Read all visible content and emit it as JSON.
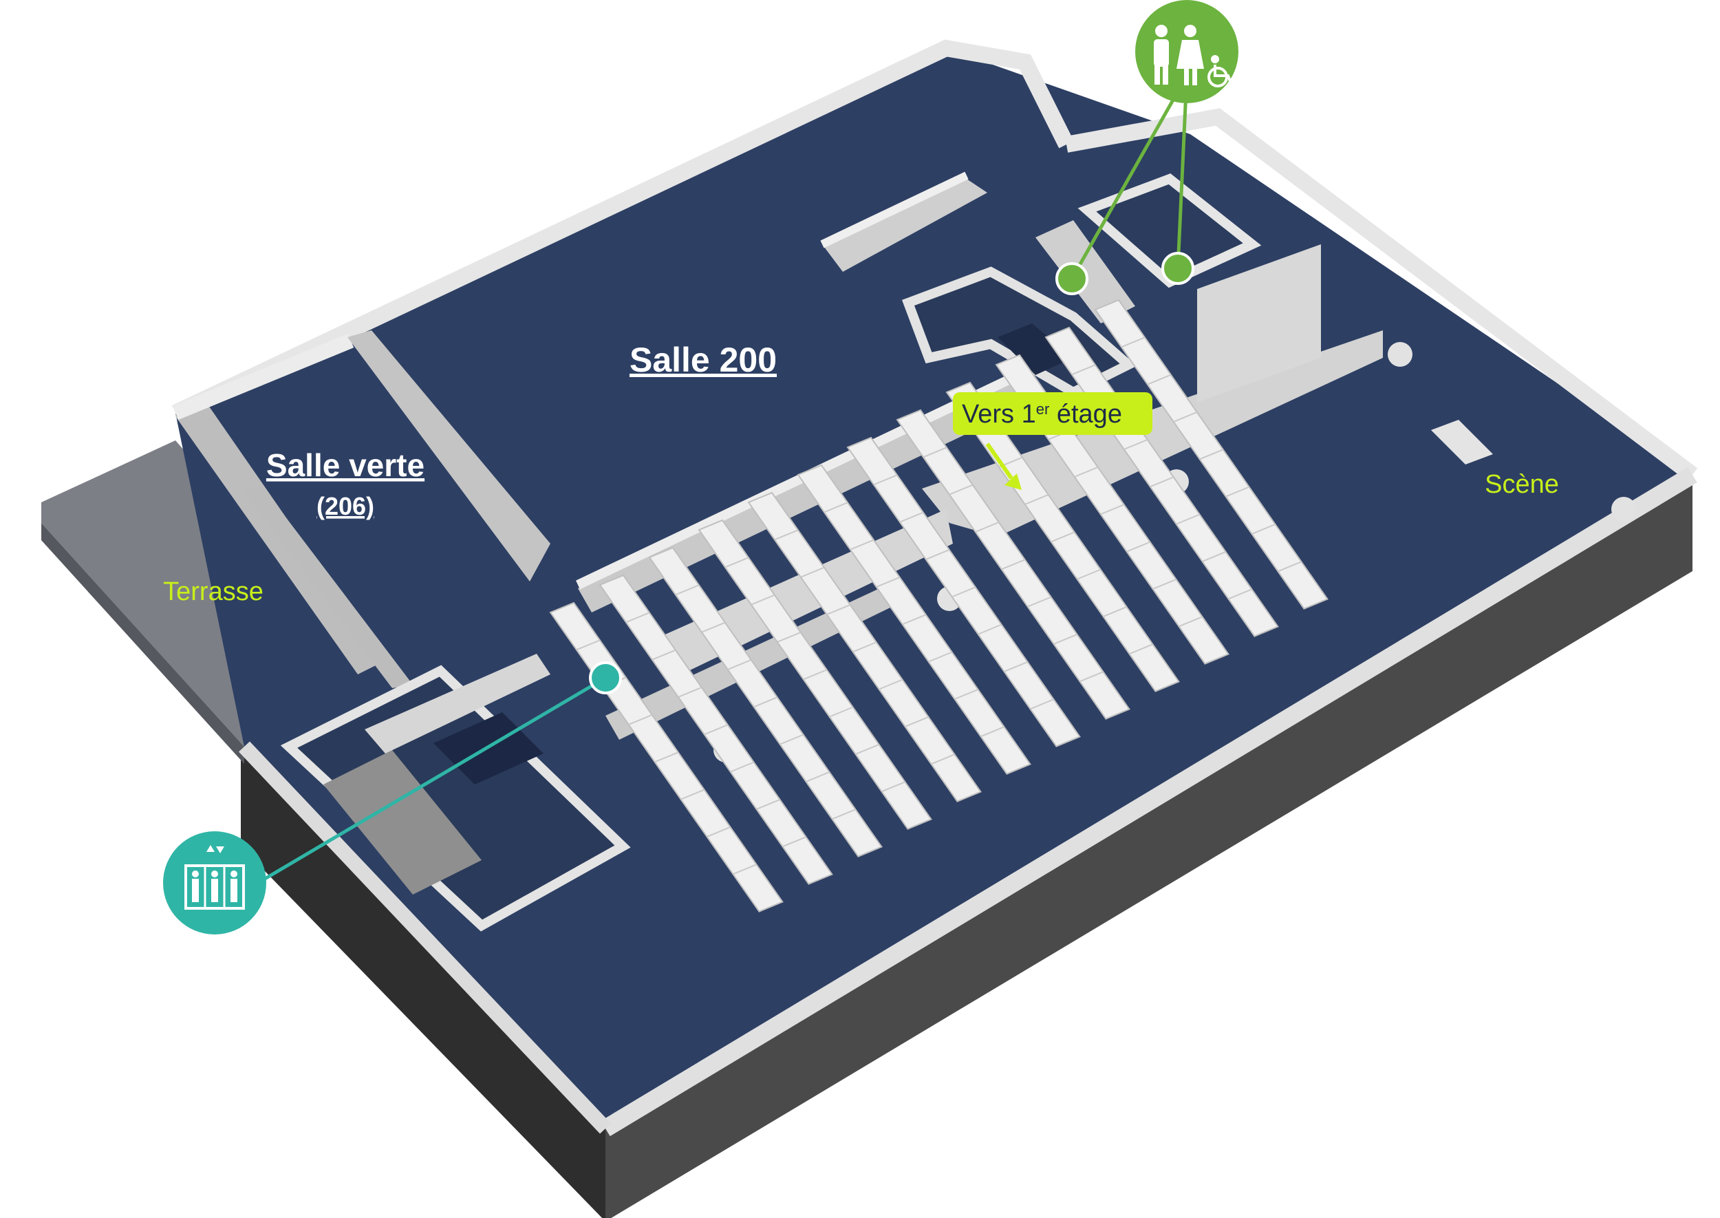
{
  "colors": {
    "floor": "#2d3f63",
    "floor_dark": "#263756",
    "wall_top": "#e9e9e9",
    "wall_side": "#bdbdbd",
    "outer_side": "#3f3f3f",
    "terrace": "#7c7f86",
    "restroom_green": "#6cb33f",
    "elevator_teal": "#2fb5a6",
    "accent_lime": "#c8ef1a"
  },
  "labels": {
    "salle_200": "Salle 200",
    "salle_verte": "Salle verte",
    "salle_verte_num": "(206)",
    "terrasse": "Terrasse",
    "scene": "Scène",
    "vers_prefix": "Vers 1",
    "vers_sup": "er",
    "vers_suffix": " étage"
  },
  "icons": {
    "restrooms": "restroom-accessible-icon",
    "elevator": "elevator-icon"
  },
  "seating": {
    "rows": 12
  }
}
